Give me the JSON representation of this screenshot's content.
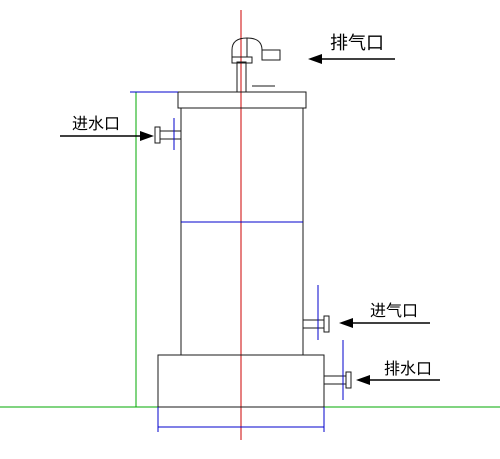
{
  "labels": {
    "exhaust_outlet": "排气口",
    "water_inlet": "进水口",
    "air_inlet": "进气口",
    "drain_outlet": "排水口"
  },
  "colors": {
    "line": "#1a1a1a",
    "centerline": "#cc0000",
    "dimension": "#0000cc",
    "ground": "#00aa00",
    "background": "#ffffff"
  }
}
